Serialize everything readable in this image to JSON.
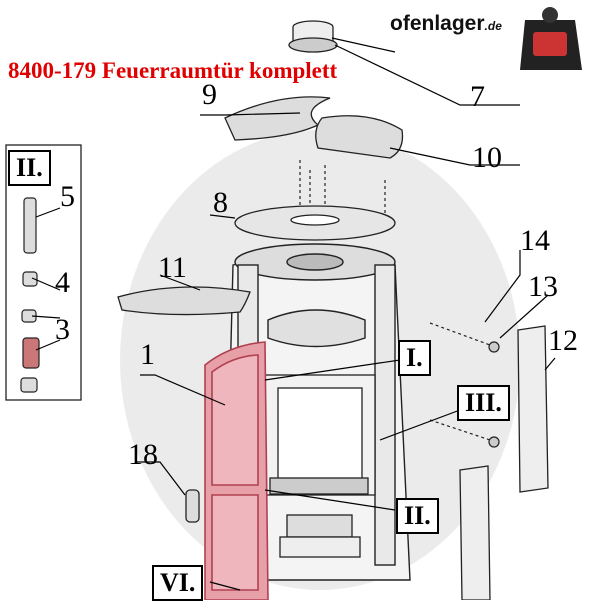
{
  "title": "8400-179 Feuerraumtür komplett",
  "brand": {
    "name": "ofenlager",
    "tld": ".de"
  },
  "colors": {
    "title": "#e00000",
    "highlight": "#e8a0a8",
    "highlight_stroke": "#b04050",
    "line": "#222222"
  },
  "callouts": {
    "n1": "1",
    "n3": "3",
    "n4": "4",
    "n5": "5",
    "n7": "7",
    "n8": "8",
    "n9": "9",
    "n10": "10",
    "n11": "11",
    "n12": "12",
    "n13": "13",
    "n14": "14",
    "n18": "18"
  },
  "boxes": {
    "b_I": "I.",
    "b_II_left": "II.",
    "b_II": "II.",
    "b_III": "III.",
    "b_VI": "VI."
  }
}
